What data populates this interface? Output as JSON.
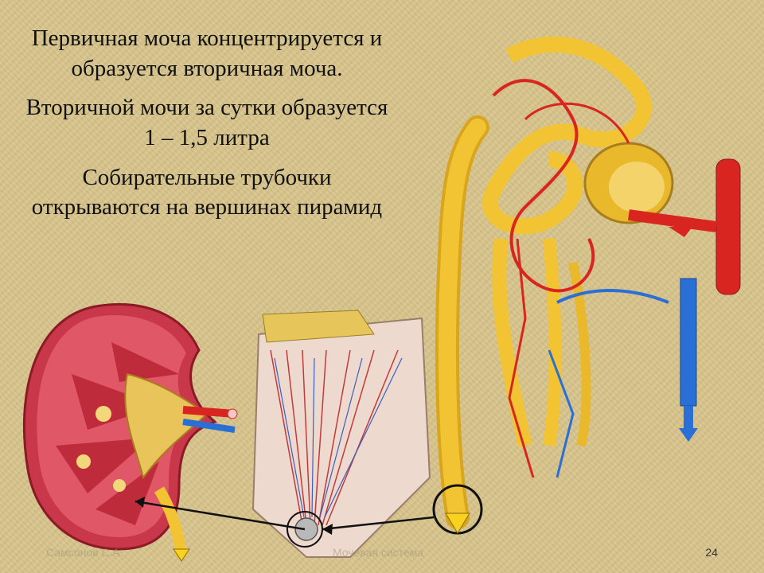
{
  "slide": {
    "paragraphs": [
      {
        "text": "Первичная моча концентрируется и образуется вторичная моча."
      },
      {
        "text": "Вторичной мочи за сутки образуется 1 – 1,5 литра"
      },
      {
        "text": "Собирательные трубочки открываются на вершинах пирамид"
      }
    ],
    "footer": {
      "author": "Самсонов С.А.",
      "course": "Мочевая система",
      "page": "24"
    }
  },
  "colors": {
    "background": "#d8c48c",
    "tubule": "#f2c433",
    "artery": "#d8251f",
    "vein": "#2a6fd6"
  }
}
